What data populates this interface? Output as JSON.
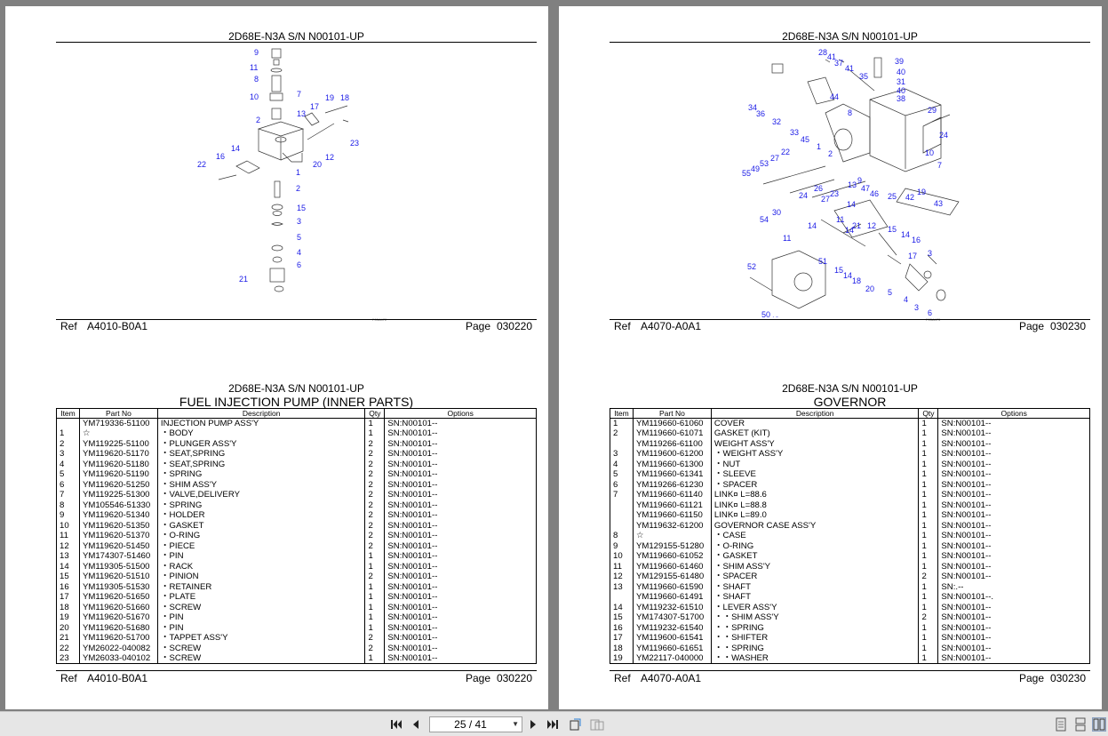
{
  "toolbar": {
    "page_indicator": "25 / 41",
    "first_page_icon": "first-page-icon",
    "prev_page_icon": "prev-page-icon",
    "next_page_icon": "next-page-icon",
    "last_page_icon": "last-page-icon"
  },
  "pages": {
    "top_left": {
      "header": "2D68E-N3A S/N N00101-UP",
      "ref_label": "Ref",
      "ref_value": "A4010-B0A1",
      "page_label": "Page",
      "page_value": "030220",
      "callouts": [
        "9",
        "11",
        "8",
        "10",
        "7",
        "2",
        "13",
        "17",
        "19",
        "18",
        "23",
        "12",
        "20",
        "14",
        "16",
        "22",
        "1",
        "2",
        "15",
        "3",
        "5",
        "4",
        "6",
        "21"
      ]
    },
    "top_right": {
      "header": "2D68E-N3A S/N N00101-UP",
      "ref_label": "Ref",
      "ref_value": "A4070-A0A1",
      "page_label": "Page",
      "page_value": "030230"
    },
    "bottom_left": {
      "header": "2D68E-N3A S/N N00101-UP",
      "title": "FUEL INJECTION PUMP (INNER PARTS)",
      "ref_label": "Ref",
      "ref_value": "A4010-B0A1",
      "page_label": "Page",
      "page_value": "030220",
      "columns": [
        "Item",
        "Part No",
        "Description",
        "Qty",
        "Options"
      ],
      "rows": [
        [
          "",
          "YM719336-51100",
          "INJECTION PUMP ASS'Y",
          "1",
          "SN:N00101--"
        ],
        [
          "1",
          "☆",
          "・BODY",
          "1",
          "SN:N00101--"
        ],
        [
          "2",
          "YM119225-51100",
          "・PLUNGER ASS'Y",
          "2",
          "SN:N00101--"
        ],
        [
          "3",
          "YM119620-51170",
          "・SEAT,SPRING",
          "2",
          "SN:N00101--"
        ],
        [
          "4",
          "YM119620-51180",
          "・SEAT,SPRING",
          "2",
          "SN:N00101--"
        ],
        [
          "5",
          "YM119620-51190",
          "・SPRING",
          "2",
          "SN:N00101--"
        ],
        [
          "6",
          "YM119620-51250",
          "・SHIM ASS'Y",
          "2",
          "SN:N00101--"
        ],
        [
          "7",
          "YM119225-51300",
          "・VALVE,DELIVERY",
          "2",
          "SN:N00101--"
        ],
        [
          "8",
          "YM105546-51330",
          "・SPRING",
          "2",
          "SN:N00101--"
        ],
        [
          "9",
          "YM119620-51340",
          "・HOLDER",
          "2",
          "SN:N00101--"
        ],
        [
          "10",
          "YM119620-51350",
          "・GASKET",
          "2",
          "SN:N00101--"
        ],
        [
          "11",
          "YM119620-51370",
          "・O-RING",
          "2",
          "SN:N00101--"
        ],
        [
          "12",
          "YM119620-51450",
          "・PIECE",
          "2",
          "SN:N00101--"
        ],
        [
          "13",
          "YM174307-51460",
          "・PIN",
          "1",
          "SN:N00101--"
        ],
        [
          "14",
          "YM119305-51500",
          "・RACK",
          "1",
          "SN:N00101--"
        ],
        [
          "15",
          "YM119620-51510",
          "・PINION",
          "2",
          "SN:N00101--"
        ],
        [
          "16",
          "YM119305-51530",
          "・RETAINER",
          "1",
          "SN:N00101--"
        ],
        [
          "17",
          "YM119620-51650",
          "・PLATE",
          "1",
          "SN:N00101--"
        ],
        [
          "18",
          "YM119620-51660",
          "・SCREW",
          "1",
          "SN:N00101--"
        ],
        [
          "19",
          "YM119620-51670",
          "・PIN",
          "1",
          "SN:N00101--"
        ],
        [
          "20",
          "YM119620-51680",
          "・PIN",
          "1",
          "SN:N00101--"
        ],
        [
          "21",
          "YM119620-51700",
          "・TAPPET ASS'Y",
          "2",
          "SN:N00101--"
        ],
        [
          "22",
          "YM26022-040082",
          "・SCREW",
          "2",
          "SN:N00101--"
        ],
        [
          "23",
          "YM26033-040102",
          "・SCREW",
          "1",
          "SN:N00101--"
        ]
      ]
    },
    "bottom_right": {
      "header": "2D68E-N3A S/N N00101-UP",
      "title": "GOVERNOR",
      "ref_label": "Ref",
      "ref_value": "A4070-A0A1",
      "page_label": "Page",
      "page_value": "030230",
      "columns": [
        "Item",
        "Part No",
        "Description",
        "Qty",
        "Options"
      ],
      "rows": [
        [
          "1",
          "YM119660-61060",
          "COVER",
          "1",
          "SN:N00101--"
        ],
        [
          "2",
          "YM119660-61071",
          "GASKET (KIT)",
          "1",
          "SN:N00101--"
        ],
        [
          "",
          "YM119266-61100",
          "WEIGHT ASS'Y",
          "1",
          "SN:N00101--"
        ],
        [
          "3",
          "YM119600-61200",
          "・WEIGHT ASS'Y",
          "1",
          "SN:N00101--"
        ],
        [
          "4",
          "YM119660-61300",
          "・NUT",
          "1",
          "SN:N00101--"
        ],
        [
          "5",
          "YM119660-61341",
          "・SLEEVE",
          "1",
          "SN:N00101--"
        ],
        [
          "6",
          "YM119266-61230",
          "・SPACER",
          "1",
          "SN:N00101--"
        ],
        [
          "7",
          "YM119660-61140",
          "LINK¤ L=88.6",
          "1",
          "SN:N00101--"
        ],
        [
          "",
          "YM119660-61121",
          "LINK¤ L=88.8",
          "1",
          "SN:N00101--"
        ],
        [
          "",
          "YM119660-61150",
          "LINK¤ L=89.0",
          "1",
          "SN:N00101--"
        ],
        [
          "",
          "YM119632-61200",
          "GOVERNOR CASE ASS'Y",
          "1",
          "SN:N00101--"
        ],
        [
          "8",
          "☆",
          "・CASE",
          "1",
          "SN:N00101--"
        ],
        [
          "9",
          "YM129155-51280",
          "・O-RING",
          "1",
          "SN:N00101--"
        ],
        [
          "10",
          "YM119660-61052",
          "・GASKET",
          "1",
          "SN:N00101--"
        ],
        [
          "11",
          "YM119660-61460",
          "・SHIM ASS'Y",
          "1",
          "SN:N00101--"
        ],
        [
          "12",
          "YM129155-61480",
          "・SPACER",
          "2",
          "SN:N00101--"
        ],
        [
          "13",
          "YM119660-61590",
          "・SHAFT",
          "1",
          "SN:.--"
        ],
        [
          "",
          "YM119660-61491",
          "・SHAFT",
          "1",
          "SN:N00101--."
        ],
        [
          "14",
          "YM119232-61510",
          "・LEVER ASS'Y",
          "1",
          "SN:N00101--"
        ],
        [
          "15",
          "YM174307-51700",
          "・・SHIM ASS'Y",
          "2",
          "SN:N00101--"
        ],
        [
          "16",
          "YM119232-61540",
          "・・SPRING",
          "1",
          "SN:N00101--"
        ],
        [
          "17",
          "YM119600-61541",
          "・・SHIFTER",
          "1",
          "SN:N00101--"
        ],
        [
          "18",
          "YM119660-61651",
          "・・SPRING",
          "1",
          "SN:N00101--"
        ],
        [
          "19",
          "YM22117-040000",
          "・・WASHER",
          "1",
          "SN:N00101--"
        ]
      ]
    }
  }
}
